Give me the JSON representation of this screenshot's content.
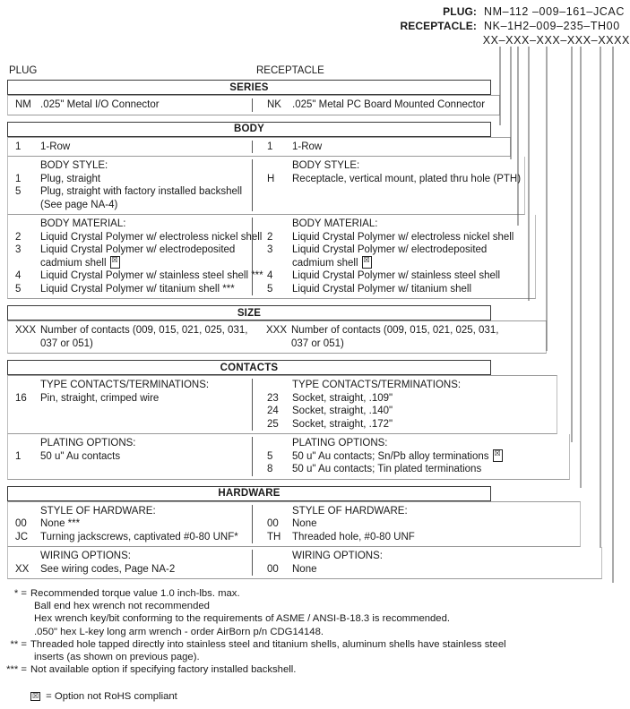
{
  "part_number_header": {
    "rows": [
      {
        "label": "PLUG:",
        "value": "NM–112 –009–161–JCAC"
      },
      {
        "label": "RECEPTACLE:",
        "value": "NK–1H2–009–235–TH00"
      },
      {
        "label": "",
        "value": "XX–XXX–XXX–XXX–XXXX"
      }
    ]
  },
  "column_captions": {
    "plug": "PLUG",
    "receptacle": "RECEPTACLE"
  },
  "sections": {
    "series": {
      "title": "SERIES",
      "plug": [
        {
          "code": "NM",
          "desc": ".025\" Metal I/O Connector"
        }
      ],
      "receptacle": [
        {
          "code": "NK",
          "desc": ".025\" Metal PC Board Mounted Connector"
        }
      ]
    },
    "body": {
      "title": "BODY",
      "row_count": {
        "plug": [
          {
            "code": "1",
            "desc": "1-Row"
          }
        ],
        "receptacle": [
          {
            "code": "1",
            "desc": "1-Row"
          }
        ]
      },
      "body_style": {
        "plug_heading": "BODY STYLE:",
        "plug": [
          {
            "code": "1",
            "desc": "Plug, straight"
          },
          {
            "code": "5",
            "desc": "Plug, straight with factory installed backshell"
          },
          {
            "code": "",
            "desc": "(See page NA-4)"
          }
        ],
        "receptacle_heading": "BODY STYLE:",
        "receptacle": [
          {
            "code": "H",
            "desc": "Receptacle, vertical mount, plated thru hole (PTH)"
          }
        ]
      },
      "body_material": {
        "plug_heading": "BODY MATERIAL:",
        "plug": [
          {
            "code": "2",
            "desc": "Liquid Crystal Polymer w/ electroless nickel shell"
          },
          {
            "code": "3",
            "desc": "Liquid Crystal Polymer w/ electrodeposited"
          },
          {
            "code": "",
            "desc": "cadmium shell",
            "rohs": true
          },
          {
            "code": "4",
            "desc": "Liquid Crystal Polymer w/ stainless steel shell ***"
          },
          {
            "code": "5",
            "desc": "Liquid Crystal Polymer w/ titanium shell ***"
          }
        ],
        "receptacle_heading": "BODY MATERIAL:",
        "receptacle": [
          {
            "code": "2",
            "desc": "Liquid Crystal Polymer w/ electroless nickel shell"
          },
          {
            "code": "3",
            "desc": "Liquid Crystal Polymer w/ electrodeposited"
          },
          {
            "code": "",
            "desc": "cadmium shell",
            "rohs": true
          },
          {
            "code": "4",
            "desc": "Liquid Crystal Polymer w/ stainless steel shell"
          },
          {
            "code": "5",
            "desc": "Liquid Crystal Polymer w/ titanium shell"
          }
        ]
      }
    },
    "size": {
      "title": "SIZE",
      "plug": [
        {
          "code": "XXX",
          "desc": "Number of contacts (009, 015, 021, 025, 031,"
        },
        {
          "code": "",
          "desc": "037 or 051)"
        }
      ],
      "receptacle": [
        {
          "code": "XXX",
          "desc": "Number of contacts (009, 015, 021, 025, 031,"
        },
        {
          "code": "",
          "desc": "037 or 051)"
        }
      ]
    },
    "contacts": {
      "title": "CONTACTS",
      "type": {
        "plug_heading": "TYPE CONTACTS/TERMINATIONS:",
        "plug": [
          {
            "code": "16",
            "desc": "Pin, straight, crimped wire"
          }
        ],
        "receptacle_heading": "TYPE CONTACTS/TERMINATIONS:",
        "receptacle": [
          {
            "code": "23",
            "desc": "Socket, straight, .109\""
          },
          {
            "code": "24",
            "desc": "Socket, straight, .140\""
          },
          {
            "code": "25",
            "desc": "Socket, straight, .172\""
          }
        ]
      },
      "plating": {
        "plug_heading": "PLATING OPTIONS:",
        "plug": [
          {
            "code": "1",
            "desc": "50 u\" Au contacts"
          }
        ],
        "receptacle_heading": "PLATING OPTIONS:",
        "receptacle": [
          {
            "code": "5",
            "desc": "50 u\" Au contacts; Sn/Pb alloy terminations",
            "rohs": true
          },
          {
            "code": "8",
            "desc": "50 u\" Au contacts; Tin plated terminations"
          }
        ]
      }
    },
    "hardware": {
      "title": "HARDWARE",
      "style": {
        "plug_heading": "STYLE OF HARDWARE:",
        "plug": [
          {
            "code": "00",
            "desc": "None  ***"
          },
          {
            "code": "JC",
            "desc": "Turning jackscrews, captivated #0-80 UNF*"
          }
        ],
        "receptacle_heading": "STYLE OF HARDWARE:",
        "receptacle": [
          {
            "code": "00",
            "desc": "None"
          },
          {
            "code": "TH",
            "desc": "Threaded hole, #0-80 UNF"
          }
        ]
      },
      "wiring": {
        "plug_heading": "WIRING OPTIONS:",
        "plug": [
          {
            "code": "XX",
            "desc": "See wiring codes, Page NA-2"
          }
        ],
        "receptacle_heading": "WIRING OPTIONS:",
        "receptacle": [
          {
            "code": "00",
            "desc": "None"
          }
        ]
      }
    }
  },
  "footnotes": [
    {
      "mark": "* =",
      "lines": [
        "Recommended torque value 1.0 inch-lbs. max.",
        "Ball end hex wrench not recommended",
        "Hex wrench key/bit conforming to the requirements of ASME / ANSI-B-18.3 is recommended.",
        ".050\" hex L-key long arm wrench - order AirBorn p/n CDG14148."
      ]
    },
    {
      "mark": "** =",
      "lines": [
        "Threaded hole tapped directly into stainless steel and titanium shells, aluminum shells have stainless steel",
        "inserts (as shown on previous page)."
      ]
    },
    {
      "mark": "*** =",
      "lines": [
        "Not available option if specifying factory installed backshell."
      ]
    }
  ],
  "rohs_legend": "= Option not RoHS compliant",
  "colors": {
    "text": "#1a1a1a",
    "band_border": "#3a3a3a",
    "rule": "#9a9a9a",
    "leader": "#555555",
    "background": "#ffffff"
  }
}
